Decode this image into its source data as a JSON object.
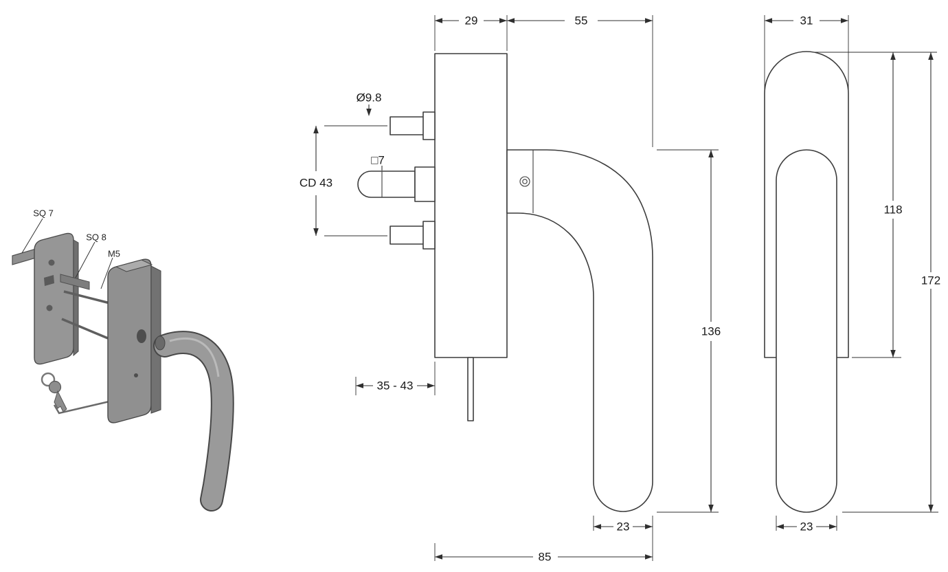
{
  "drawing": {
    "iso_view": {
      "label_sq7": "SQ 7",
      "label_sq8": "SQ 8",
      "label_m5": "M5"
    },
    "side_view": {
      "dim_plate_width": "29",
      "dim_handle_reach": "55",
      "dim_pin_diameter": "Ø9.8",
      "dim_spindle_square": "□7",
      "dim_center_distance": "CD 43",
      "dim_height": "136",
      "dim_clamping_range": "35 - 43",
      "dim_grip_width": "23",
      "dim_total_depth": "85"
    },
    "front_view": {
      "dim_width": "31",
      "dim_plate_height": "118",
      "dim_total_height": "172",
      "dim_grip_width": "23"
    }
  }
}
